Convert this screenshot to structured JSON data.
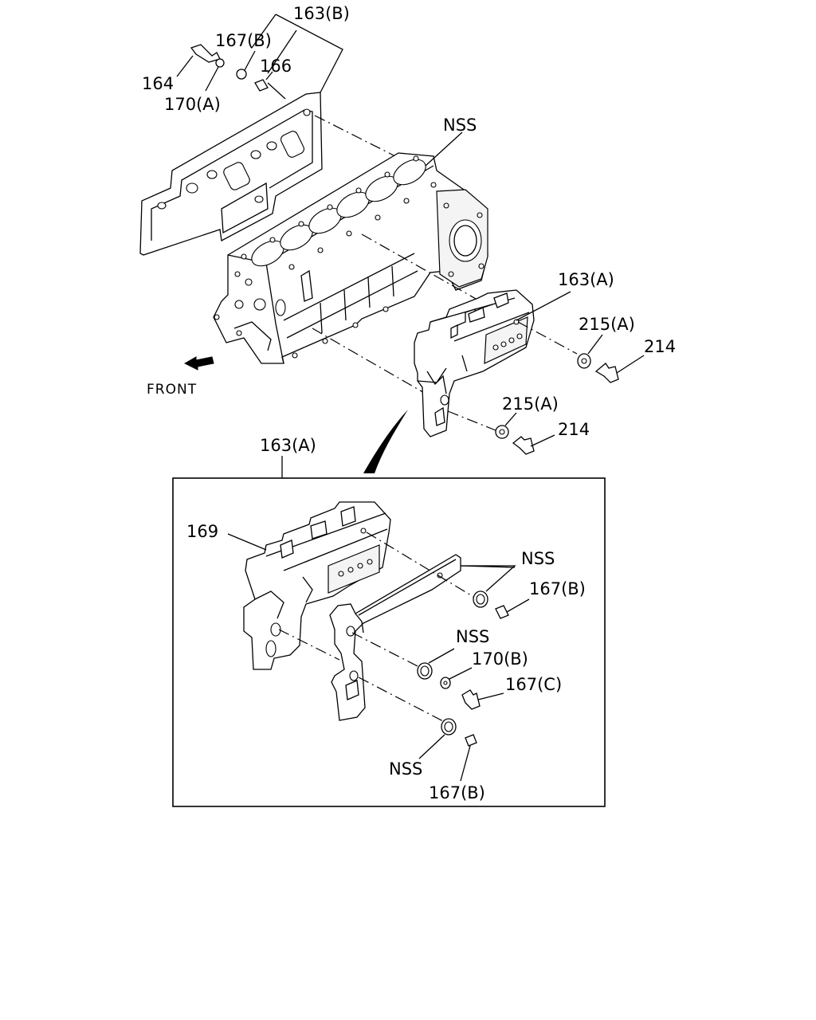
{
  "labels": {
    "l163b": "163(B)",
    "l167b_top": "167(B)",
    "l166": "166",
    "l164": "164",
    "l170a": "170(A)",
    "lnss_top": "NSS",
    "l163a_right": "163(A)",
    "l215a_1": "215(A)",
    "l214_1": "214",
    "l215a_2": "215(A)",
    "l214_2": "214",
    "front": "FRONT",
    "l163a_detail": "163(A)",
    "l169": "169",
    "lnss_d1": "NSS",
    "l167b_d1": "167(B)",
    "lnss_d2": "NSS",
    "l170b": "170(B)",
    "l167c": "167(C)",
    "lnss_d3": "NSS",
    "l167b_d2": "167(B)"
  }
}
